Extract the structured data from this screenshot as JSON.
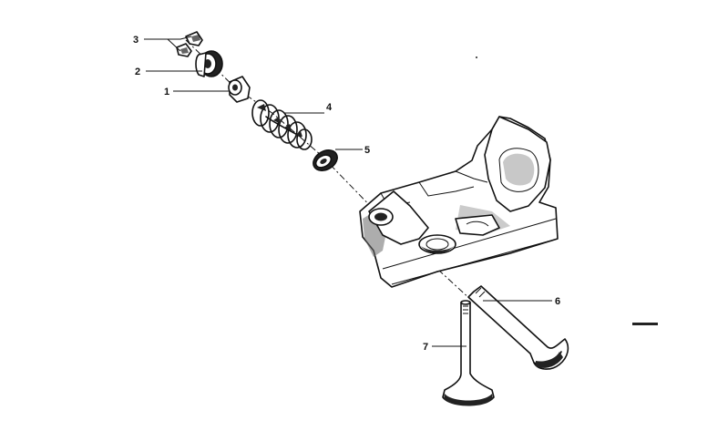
{
  "parts": [
    {
      "id": "part-1",
      "label": "1"
    },
    {
      "id": "part-2",
      "label": "2"
    },
    {
      "id": "part-3",
      "label": "3"
    },
    {
      "id": "part-4",
      "label": "4"
    },
    {
      "id": "part-5",
      "label": "5"
    },
    {
      "id": "part-6",
      "label": "6"
    },
    {
      "id": "part-7",
      "label": "7"
    }
  ],
  "colors": {
    "ink": "#111111",
    "background": "#ffffff"
  }
}
